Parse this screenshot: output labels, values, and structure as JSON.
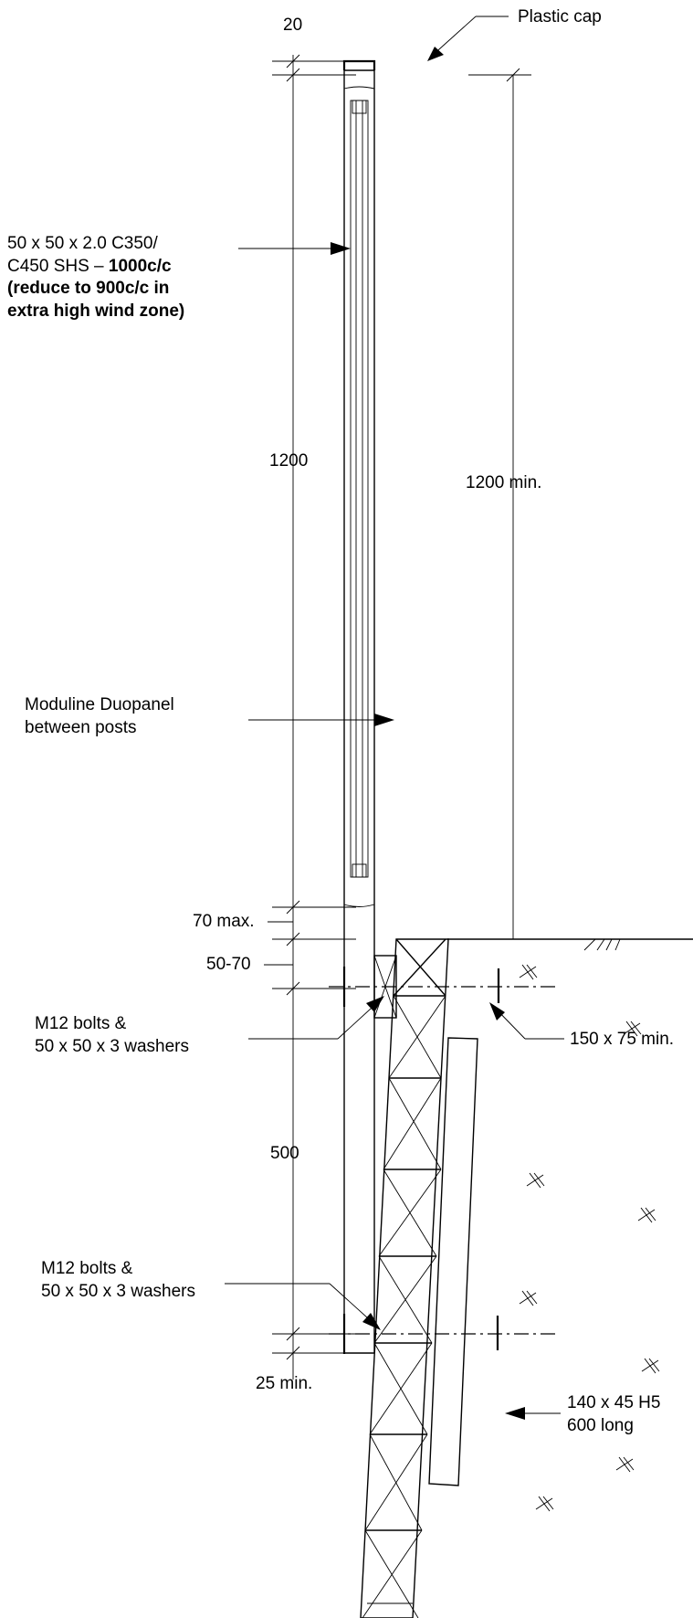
{
  "dimensions": {
    "cap_height": "20",
    "post_height": "1200",
    "ground_height": "1200 min.",
    "gap_max": "70 max.",
    "bolt_offset": "50-70",
    "bolt_spacing": "500",
    "edge_min": "25 min."
  },
  "labels": {
    "plastic_cap": "Plastic cap",
    "post_spec": [
      "50 x 50 x 2.0 C350/",
      "C450 SHS – "
    ],
    "post_spec_bold": [
      "1000c/c",
      "(reduce to 900c/c in",
      "extra high wind zone)"
    ],
    "panel": [
      "Moduline Duopanel",
      "between posts"
    ],
    "bolts_upper": [
      "M12 bolts &",
      "50 x 50 x 3 washers"
    ],
    "bolts_lower": [
      "M12 bolts &",
      "50 x 50 x 3 washers"
    ],
    "timber_post": "150 x 75 min.",
    "cleat": [
      "140 x 45 H5",
      "600 long"
    ]
  }
}
